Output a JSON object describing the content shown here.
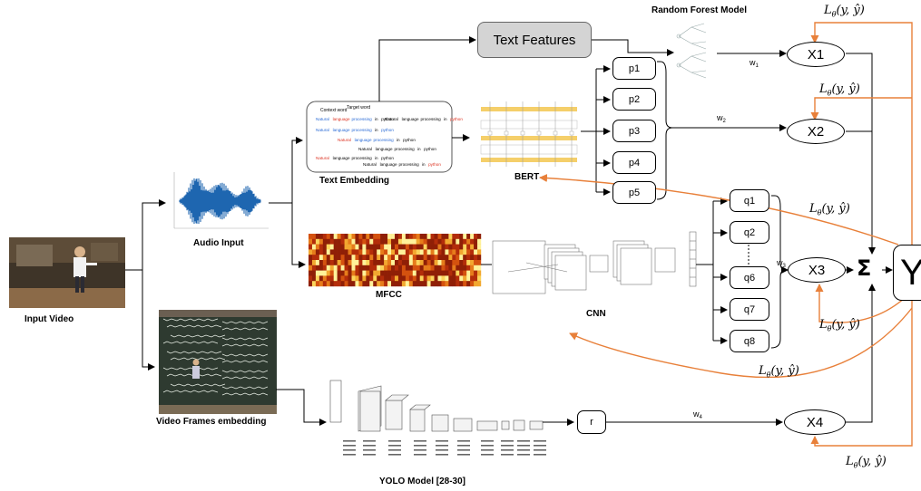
{
  "labels": {
    "input_video": "Input Video",
    "audio_input": "Audio Input",
    "text_embedding": "Text Embedding",
    "mfcc": "MFCC",
    "cnn": "CNN",
    "bert": "BERT",
    "video_frames": "Video Frames embedding",
    "yolo": "YOLO Model [28-30]",
    "random_forest": "Random Forest Model",
    "text_features": "Text Features"
  },
  "p_nodes": [
    "p1",
    "p2",
    "p3",
    "p4",
    "p5"
  ],
  "q_nodes": [
    "q1",
    "q2",
    "q6",
    "q7",
    "q8"
  ],
  "r_node": "r",
  "x_nodes": [
    "X1",
    "X2",
    "X3",
    "X4"
  ],
  "output": "Y",
  "sum_symbol": "Σ",
  "weights": [
    {
      "base": "w",
      "sub": "1"
    },
    {
      "base": "w",
      "sub": "2"
    },
    {
      "base": "w",
      "sub": "3"
    },
    {
      "base": "w",
      "sub": "4"
    }
  ],
  "loss": {
    "L": "L",
    "theta": "θ",
    "args": "(y, ŷ)"
  },
  "text_embed_words": {
    "context": "Context word",
    "target": "Target word",
    "natural": "Natural",
    "language": "language",
    "processing": "processing",
    "in": "in",
    "python": "python"
  },
  "colors": {
    "feedback": "#e8803a",
    "signal": "#000000",
    "node_fill": "#ffffff",
    "text_feature_fill": "#d4d4d4"
  }
}
